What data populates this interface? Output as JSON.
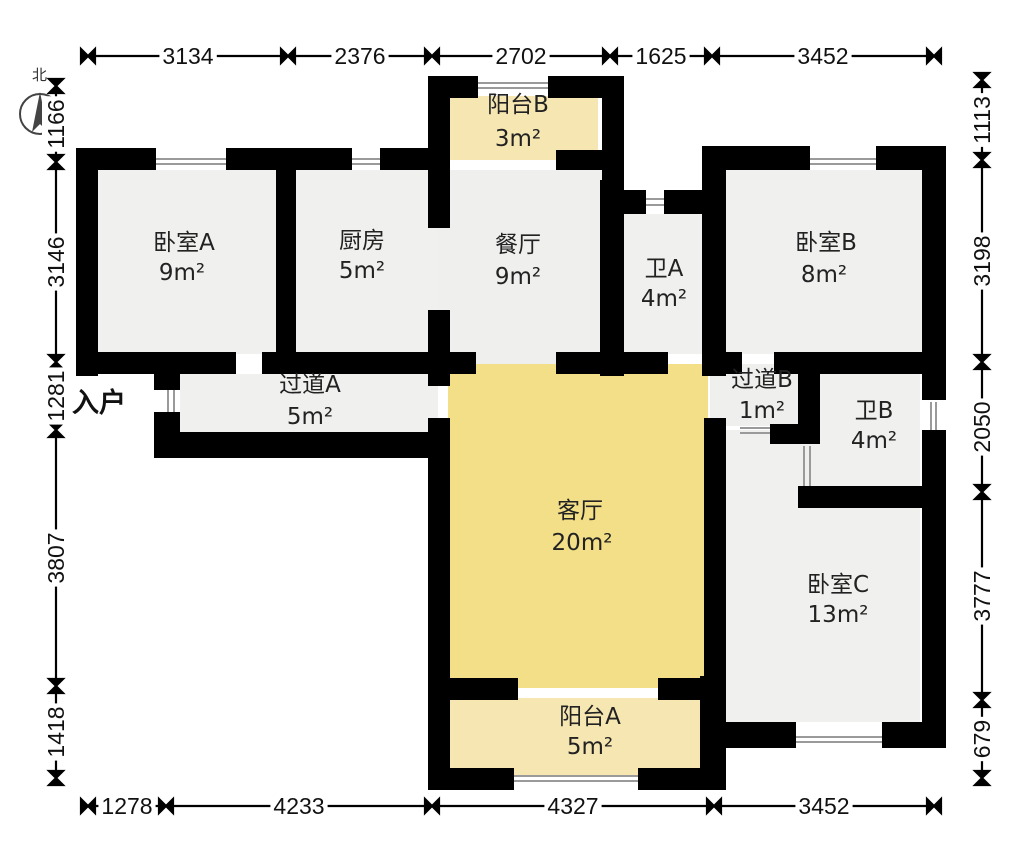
{
  "compass": {
    "label": "北",
    "icon": "north-arrow-icon"
  },
  "entrance": {
    "label": "入户"
  },
  "colors": {
    "wall": "#000000",
    "floor": "#f0f0ef",
    "living": "#f3df88",
    "balcony": "#f6e6b1",
    "window": "#9a9a9a"
  },
  "rooms": [
    {
      "id": "bedroom-a",
      "name": "卧室A",
      "area": "9m²"
    },
    {
      "id": "kitchen",
      "name": "厨房",
      "area": "5m²"
    },
    {
      "id": "balcony-b",
      "name": "阳台B",
      "area": "3m²"
    },
    {
      "id": "dining",
      "name": "餐厅",
      "area": "9m²"
    },
    {
      "id": "bath-a",
      "name": "卫A",
      "area": "4m²"
    },
    {
      "id": "bedroom-b",
      "name": "卧室B",
      "area": "8m²"
    },
    {
      "id": "hall-a",
      "name": "过道A",
      "area": "5m²"
    },
    {
      "id": "hall-b",
      "name": "过道B",
      "area": "1m²"
    },
    {
      "id": "bath-b",
      "name": "卫B",
      "area": "4m²"
    },
    {
      "id": "living",
      "name": "客厅",
      "area": "20m²"
    },
    {
      "id": "bedroom-c",
      "name": "卧室C",
      "area": "13m²"
    },
    {
      "id": "balcony-a",
      "name": "阳台A",
      "area": "5m²"
    }
  ],
  "dimensions": {
    "top": [
      "3134",
      "2376",
      "2702",
      "1625",
      "3452"
    ],
    "bottom": [
      "1278",
      "4233",
      "4327",
      "3452"
    ],
    "left": [
      "1166",
      "3146",
      "1281",
      "3807",
      "1418"
    ],
    "right": [
      "1113",
      "3198",
      "2050",
      "3777",
      "679"
    ]
  }
}
